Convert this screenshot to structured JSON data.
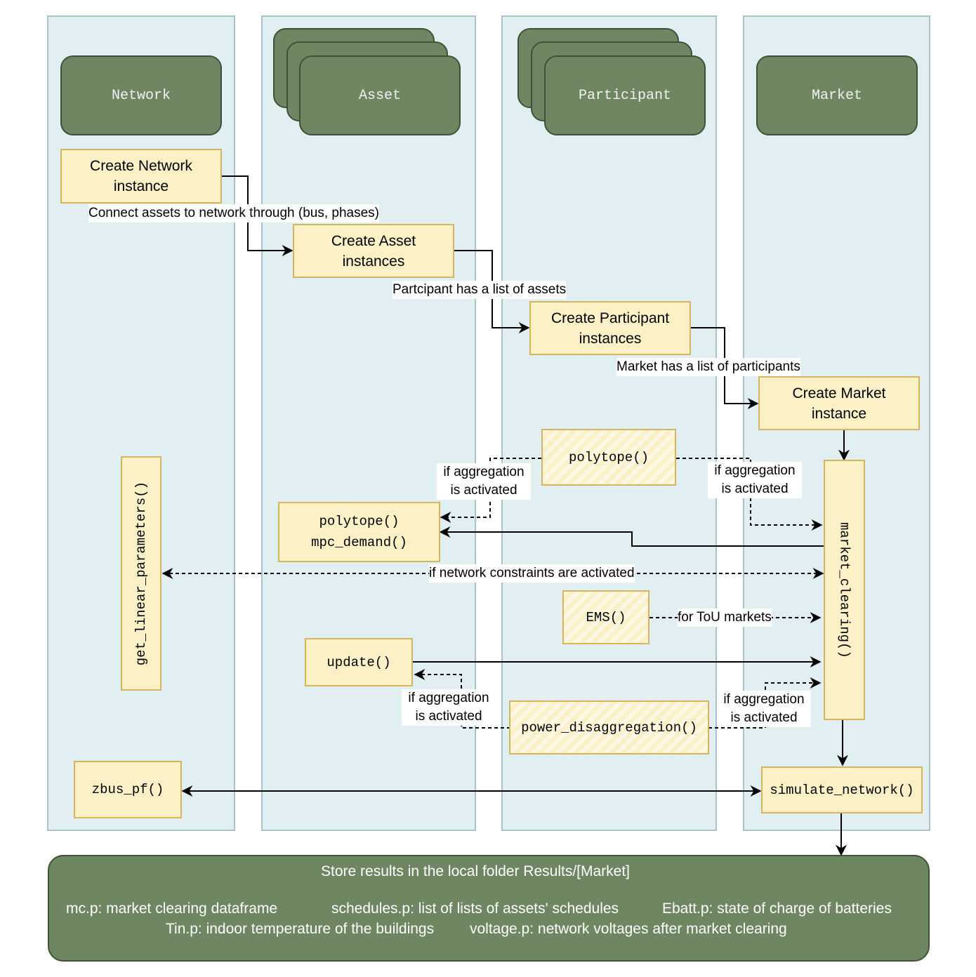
{
  "lanes": {
    "network": "Network",
    "asset": "Asset",
    "participant": "Participant",
    "market": "Market"
  },
  "steps": {
    "create_network": "Create Network instance",
    "create_asset": "Create Asset instances",
    "create_participant": "Create Participant instances",
    "create_market": "Create Market instance"
  },
  "functions": {
    "get_linear_parameters": "get_linear_parameters()",
    "polytope_participant": "polytope()",
    "asset_polytope": "polytope()",
    "asset_mpc_demand": "mpc_demand()",
    "ems": "EMS()",
    "update": "update()",
    "power_disaggregation": "power_disaggregation()",
    "market_clearing": "market_clearing()",
    "zbus_pf": "zbus_pf()",
    "simulate_network": "simulate_network()"
  },
  "labels": {
    "connect_assets": "Connect assets to network through (bus, phases)",
    "participant_assets": "Partcipant has a list of assets",
    "market_participants": "Market has a list of participants",
    "aggregation_1": "if aggregation is activated",
    "aggregation_2": "if aggregation is activated",
    "aggregation_3": "if aggregation is activated",
    "aggregation_4": "if aggregation is activated",
    "network_constraints": "if network constraints are activated",
    "tou_markets": "for ToU markets"
  },
  "store": {
    "title": "Store results in the local folder Results/[Market]",
    "items": [
      "mc.p: market clearing dataframe",
      "schedules.p: list of lists of assets' schedules",
      "Ebatt.p: state of charge of batteries",
      "Tin.p: indoor temperature of the buildings",
      "voltage.p: network voltages after market clearing"
    ]
  },
  "colors": {
    "lane_fill": "#e2eff2",
    "lane_border": "#a7c3cc",
    "header_fill": "#6f8663",
    "box_fill": "#fbf0c6",
    "box_border": "#d6b55e"
  }
}
